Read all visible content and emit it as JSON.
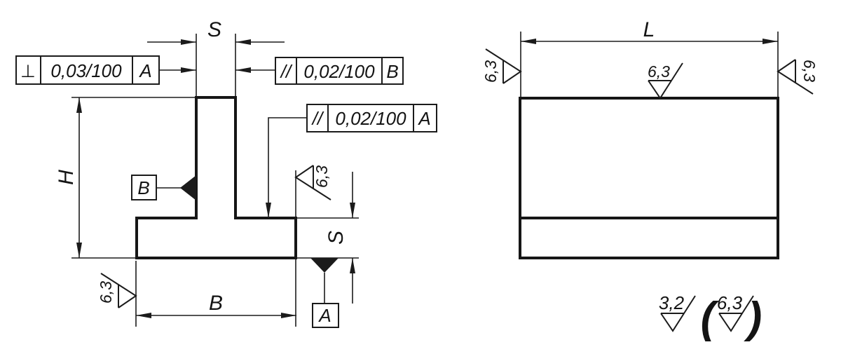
{
  "colors": {
    "ink": "#1b1b1b",
    "background": "#ffffff"
  },
  "left_view": {
    "dim_s_top": "S",
    "dim_h": "H",
    "dim_b": "B",
    "dim_s_flange": "S",
    "fcf_perp": {
      "symbol": "⊥",
      "value": "0,03/100",
      "datum": "A"
    },
    "fcf_par_b": {
      "symbol": "//",
      "value": "0,02/100",
      "datum": "B"
    },
    "fcf_par_a": {
      "symbol": "//",
      "value": "0,02/100",
      "datum": "A"
    },
    "datum_b": "B",
    "datum_a": "A",
    "roughness_base_left": "6,3",
    "roughness_flange_edge": "6,3"
  },
  "right_view": {
    "dim_l": "L",
    "roughness_left_face": "6,3",
    "roughness_top_face": "6,3",
    "roughness_right_face": "6,3"
  },
  "note": {
    "primary": "3,2",
    "paren_open": "(",
    "secondary": "6,3",
    "paren_close": ")"
  }
}
